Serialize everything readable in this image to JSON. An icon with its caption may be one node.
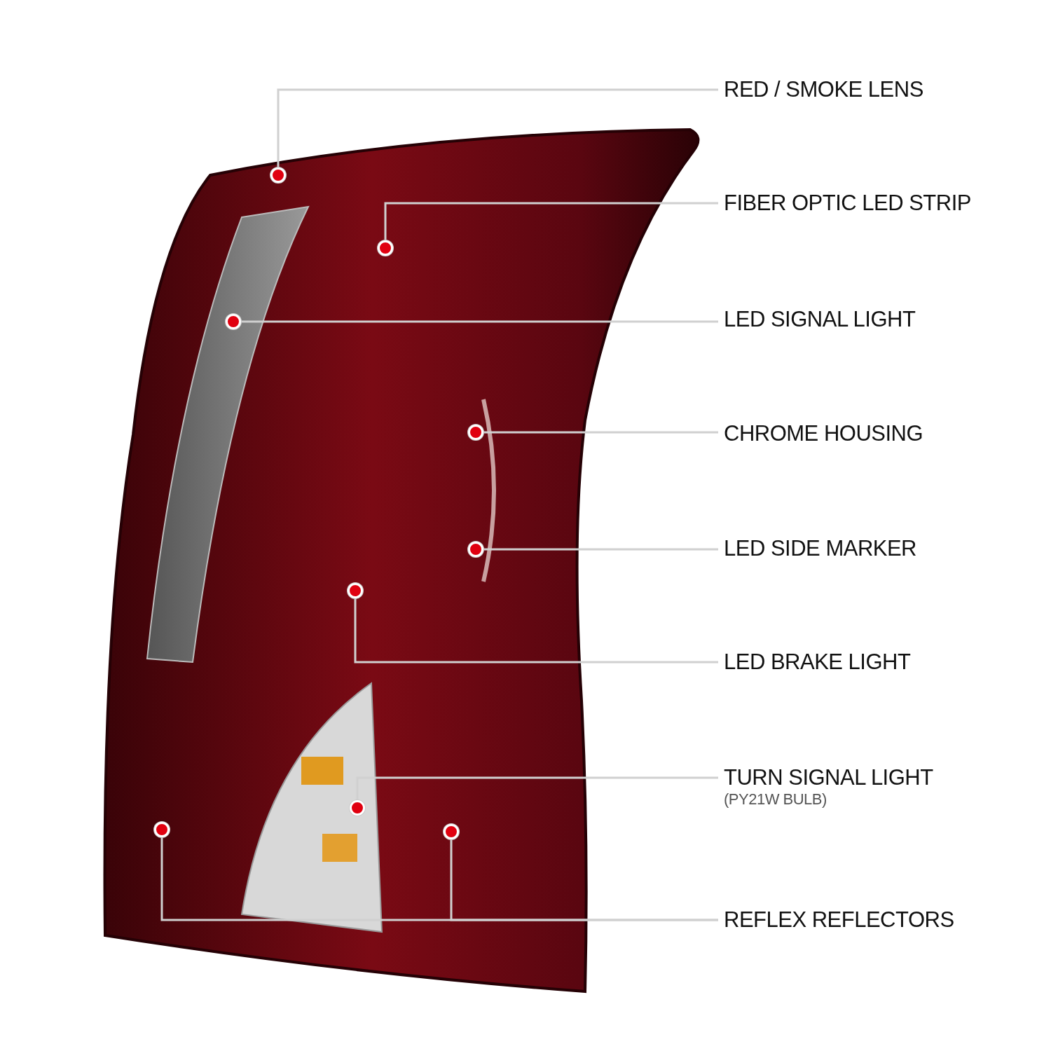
{
  "diagram": {
    "nodes": [
      {
        "text": [
          "RED / SMOKE LENS"
        ]
      },
      {
        "text": [
          "FIBER OPTIC LED STRIP"
        ]
      },
      {
        "text": [
          "LED SIGNAL LIGHT"
        ]
      },
      {
        "text": [
          "CHROME HOUSING"
        ]
      },
      {
        "text": [
          "LED SIDE MARKER"
        ]
      },
      {
        "text": [
          "LED BRAKE LIGHT"
        ]
      },
      {
        "text": [
          "TURN SIGNAL LIGHT",
          "(PY21W BULB)"
        ]
      },
      {
        "text": [
          "REFLEX REFLECTORS"
        ]
      },
      {
        "text": [],
        "shape": "circle"
      },
      {
        "text": [],
        "shape": "circle"
      },
      {
        "text": [],
        "shape": "circle"
      },
      {
        "text": [],
        "shape": "circle"
      },
      {
        "text": [],
        "shape": "circle"
      },
      {
        "text": [],
        "shape": "circle"
      },
      {
        "text": [],
        "shape": "circle"
      },
      {
        "text": [],
        "shape": "circle"
      },
      {
        "text": [],
        "shape": "circle"
      }
    ],
    "edges": [
      {
        "from": 0,
        "to": 8,
        "arrow": "none"
      },
      {
        "from": 1,
        "to": 9,
        "arrow": "none"
      },
      {
        "from": 2,
        "to": 10,
        "arrow": "none"
      },
      {
        "from": 3,
        "to": 11,
        "arrow": "none"
      },
      {
        "from": 4,
        "to": 12,
        "arrow": "none"
      },
      {
        "from": 5,
        "to": 13,
        "arrow": "none"
      },
      {
        "from": 6,
        "to": 14,
        "arrow": "none"
      },
      {
        "from": 7,
        "to": 15,
        "arrow": "none"
      },
      {
        "from": 7,
        "to": 16,
        "arrow": "none"
      }
    ]
  }
}
